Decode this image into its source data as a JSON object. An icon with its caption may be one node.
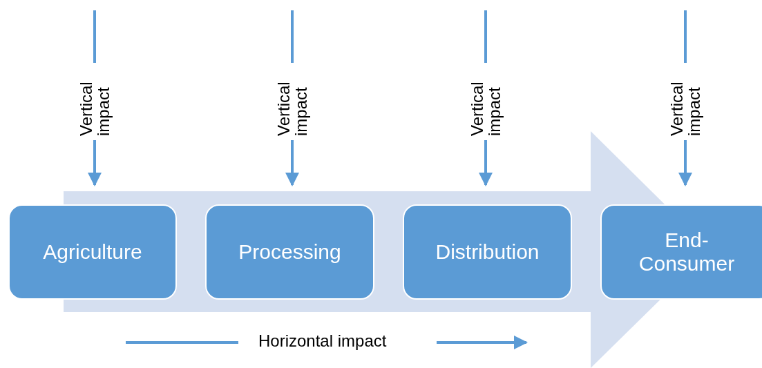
{
  "diagram": {
    "nodes": [
      {
        "text": [
          "Agriculture"
        ]
      },
      {
        "text": [
          "Processing"
        ]
      },
      {
        "text": [
          "Distribution"
        ]
      },
      {
        "text": [
          "End-Consumer"
        ]
      }
    ],
    "edges": [
      {
        "from": null,
        "to": 0,
        "arrow": "to",
        "label": "Vertical impact"
      },
      {
        "from": null,
        "to": 1,
        "arrow": "to",
        "label": "Vertical impact"
      },
      {
        "from": null,
        "to": 2,
        "arrow": "to",
        "label": "Vertical impact"
      },
      {
        "from": null,
        "to": 3,
        "arrow": "to",
        "label": "Vertical impact"
      },
      {
        "from": 0,
        "to": 3,
        "arrow": "to"
      }
    ],
    "labels": [
      "Horizontal impact"
    ]
  }
}
